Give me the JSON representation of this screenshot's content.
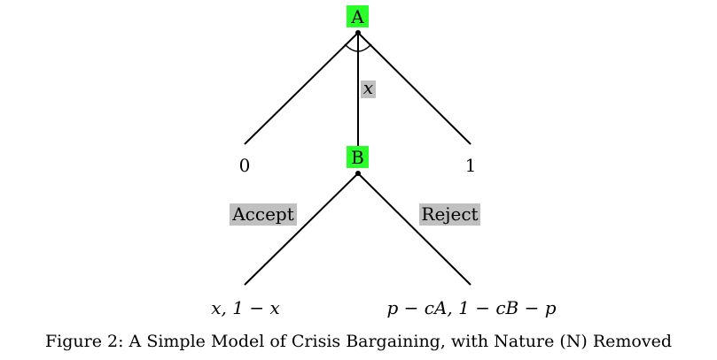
{
  "colors": {
    "node_fill": "#2bff2b",
    "label_fill": "#c0c0c0",
    "line": "#000000"
  },
  "tree": {
    "nodes": {
      "a": "A",
      "b": "B"
    },
    "offer_label": "x",
    "left_payoff": "0",
    "right_payoff": "1",
    "accept_label": "Accept",
    "reject_label": "Reject",
    "accept_payoff": "x, 1 − x",
    "reject_payoff": "p − cA, 1 − cB − p"
  },
  "caption": "Figure 2: A Simple Model of Crisis Bargaining, with Nature (N) Removed"
}
